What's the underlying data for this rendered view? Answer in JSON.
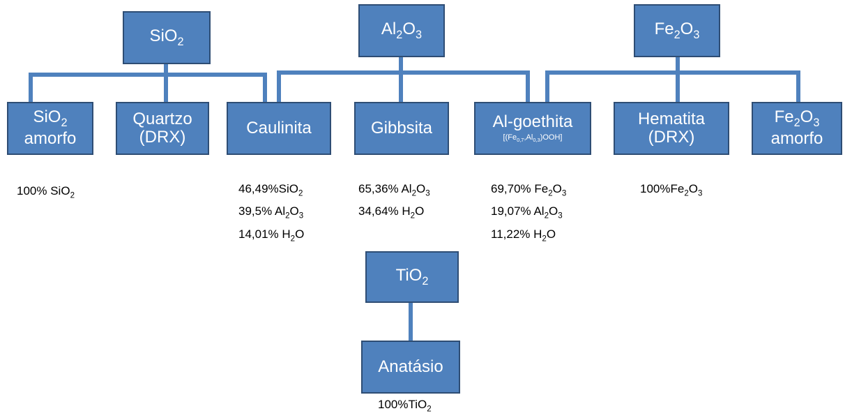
{
  "colors": {
    "box_fill": "#4f81bd",
    "box_border": "#2e4d74",
    "connector": "#4f81bd"
  },
  "oxides": [
    {
      "id": "sio2",
      "parts": [
        [
          "Si",
          ""
        ],
        [
          "O",
          "2"
        ]
      ]
    },
    {
      "id": "al2o3",
      "parts": [
        [
          "Al",
          "2"
        ],
        [
          "O",
          "3"
        ]
      ]
    },
    {
      "id": "fe2o3",
      "parts": [
        [
          "Fe",
          "2"
        ],
        [
          "O",
          "3"
        ]
      ]
    },
    {
      "id": "tio2",
      "parts": [
        [
          "Ti",
          ""
        ],
        [
          "O",
          "2"
        ]
      ]
    }
  ],
  "minerals": [
    {
      "id": "sio2-amorfo",
      "lines": [
        [
          [
            "Si",
            ""
          ],
          [
            "O",
            "2"
          ]
        ],
        [
          [
            "amorfo",
            ""
          ]
        ]
      ]
    },
    {
      "id": "quartzo",
      "lines": [
        [
          [
            "Quartzo",
            ""
          ]
        ],
        [
          [
            "(DRX)",
            ""
          ]
        ]
      ]
    },
    {
      "id": "caulinita",
      "lines": [
        [
          [
            "Caulinita",
            ""
          ]
        ]
      ]
    },
    {
      "id": "gibbsita",
      "lines": [
        [
          [
            "Gibbsita",
            ""
          ]
        ]
      ]
    },
    {
      "id": "al-goethita",
      "lines": [
        [
          [
            "Al-goethita",
            ""
          ]
        ]
      ],
      "formula": [
        [
          "[(Fe",
          "0,7"
        ],
        [
          ",Al",
          "0,3"
        ],
        [
          ")OOH]",
          ""
        ]
      ]
    },
    {
      "id": "hematita",
      "lines": [
        [
          [
            "Hematita",
            ""
          ]
        ],
        [
          [
            "(DRX)",
            ""
          ]
        ]
      ]
    },
    {
      "id": "fe2o3-amorfo",
      "lines": [
        [
          [
            "Fe",
            "2"
          ],
          [
            "O",
            "3"
          ]
        ],
        [
          [
            "amorfo",
            ""
          ]
        ]
      ]
    },
    {
      "id": "anatasio",
      "lines": [
        [
          [
            "Anatásio",
            ""
          ]
        ]
      ]
    }
  ],
  "compositions": [
    {
      "id": "sio2-amorfo",
      "lines": [
        [
          [
            "100% Si",
            ""
          ],
          [
            "O",
            "2"
          ]
        ]
      ]
    },
    {
      "id": "caulinita",
      "lines": [
        [
          [
            "46,49%Si",
            ""
          ],
          [
            "O",
            "2"
          ]
        ],
        [
          [
            "39,5%   Al",
            "2"
          ],
          [
            "O",
            "3"
          ]
        ],
        [
          [
            "14,01% H",
            "2"
          ],
          [
            "O",
            ""
          ]
        ]
      ]
    },
    {
      "id": "gibbsita",
      "lines": [
        [
          [
            "65,36% Al",
            "2"
          ],
          [
            "O",
            "3"
          ]
        ],
        [
          [
            "34,64% H",
            "2"
          ],
          [
            "O",
            ""
          ]
        ]
      ]
    },
    {
      "id": "al-goethita",
      "lines": [
        [
          [
            "69,70% Fe",
            "2"
          ],
          [
            "O",
            "3"
          ]
        ],
        [
          [
            "19,07% Al",
            "2"
          ],
          [
            "O",
            "3"
          ]
        ],
        [
          [
            "11,22% H",
            "2"
          ],
          [
            "O",
            ""
          ]
        ]
      ]
    },
    {
      "id": "hematita",
      "lines": [
        [
          [
            "100%Fe",
            "2"
          ],
          [
            "O",
            "3"
          ]
        ]
      ]
    },
    {
      "id": "anatasio",
      "lines": [
        [
          [
            "100%Ti",
            ""
          ],
          [
            "O",
            "2"
          ]
        ]
      ]
    }
  ]
}
